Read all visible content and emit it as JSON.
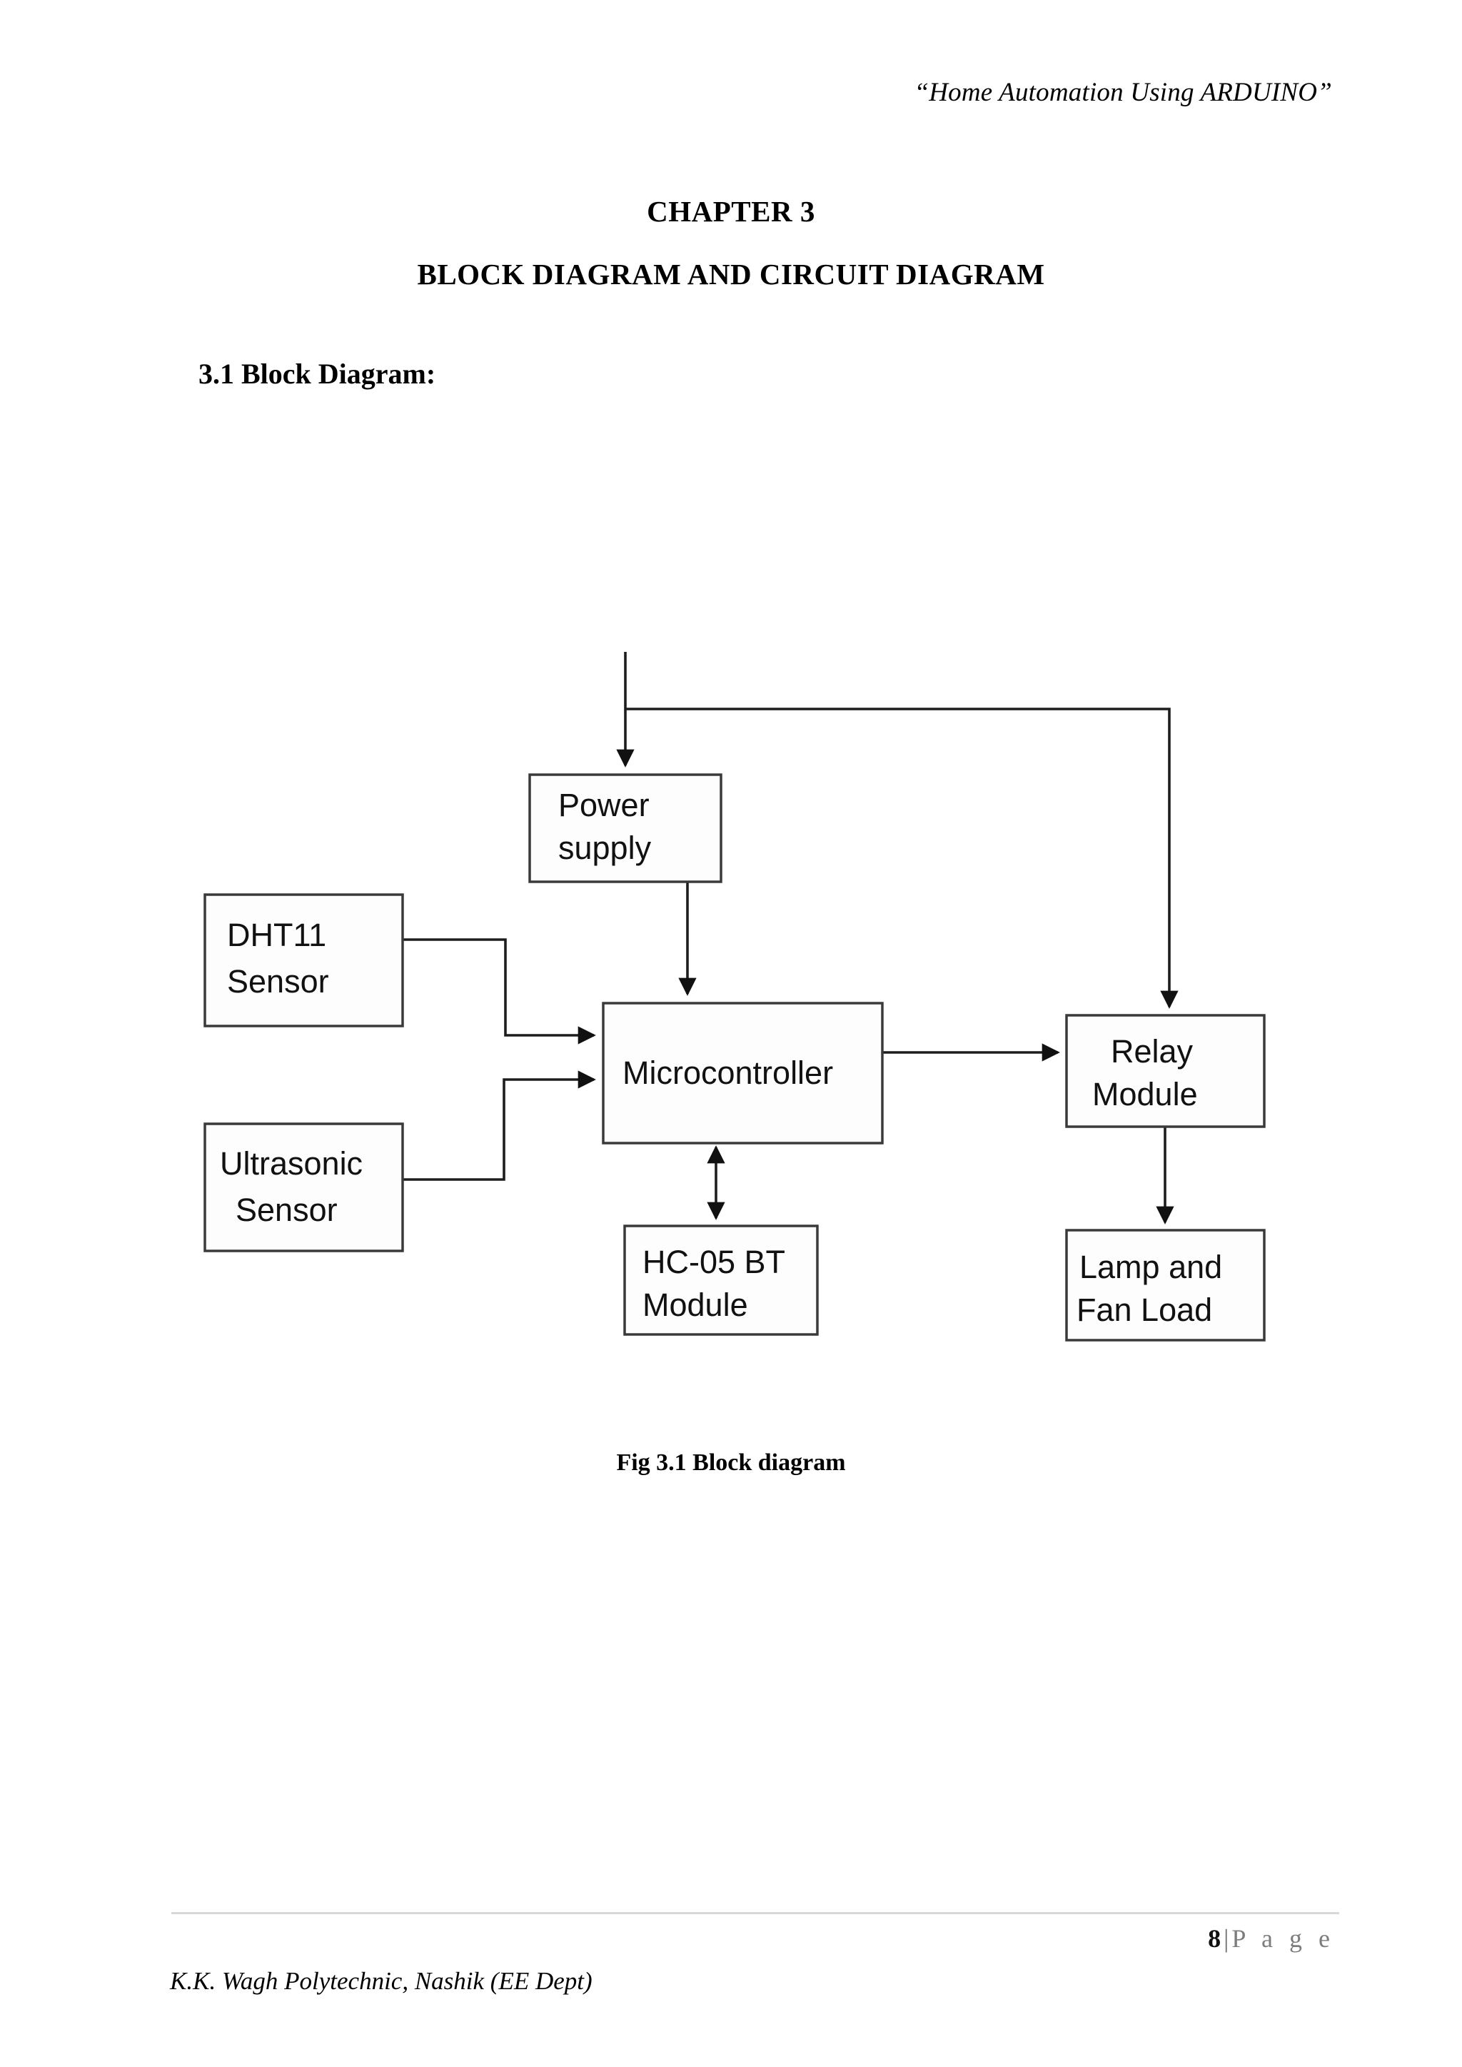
{
  "header": {
    "running_title": "“Home Automation Using ARDUINO”"
  },
  "headings": {
    "chapter": "CHAPTER 3",
    "chapter_subtitle": "BLOCK DIAGRAM AND CIRCUIT DIAGRAM",
    "section": "3.1 Block Diagram:"
  },
  "figure": {
    "caption": "Fig 3.1 Block diagram",
    "blocks": {
      "power_supply": "Power\nsupply",
      "power_supply_line1": "Power",
      "power_supply_line2": "supply",
      "dht11_line1": "DHT11",
      "dht11_line2": "Sensor",
      "ultrasonic_line1": "Ultrasonic",
      "ultrasonic_line2": "Sensor",
      "microcontroller": "Microcontroller",
      "relay_line1": "Relay",
      "relay_line2": "Module",
      "bluetooth_line1": "HC-05 BT",
      "bluetooth_line2": "Module",
      "load_line1": "Lamp and",
      "load_line2": "Fan Load"
    }
  },
  "footer": {
    "page_number": "8",
    "page_separator": "|",
    "page_word": "P a g e",
    "department": "K.K. Wagh Polytechnic, Nashik (EE Dept)"
  },
  "colors": {
    "ink": "#000000",
    "box_stroke": "#3a3a3a",
    "wire": "#1d1d1d",
    "footer_rule": "#d8d8d8",
    "footer_gray": "#7d7d7d",
    "page_background": "#ffffff"
  }
}
